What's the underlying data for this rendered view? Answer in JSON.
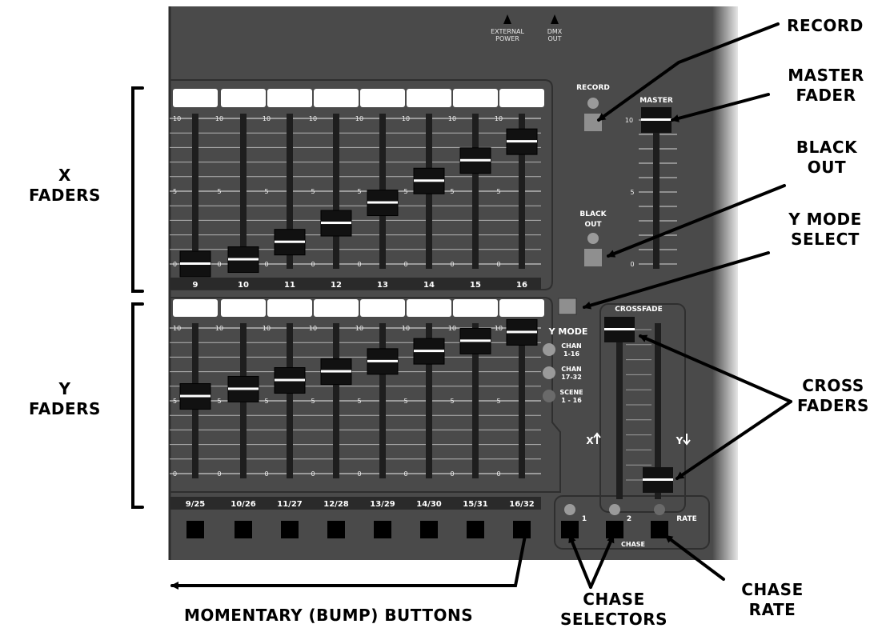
{
  "colors": {
    "panel": "#4a4a4a",
    "panel_shadow": "#bdbdbd",
    "fader_slot": "#1e1e1e",
    "knob": "#111111",
    "knob_line": "#ffffff",
    "label_strip": "#ffffff",
    "button": "#000000",
    "led": "#9a9a9a",
    "led_dim": "#6a6a6a",
    "record_square": "#8f8f8f",
    "annotation": "#000000"
  },
  "panel": {
    "external_power": [
      "EXTERNAL",
      "POWER"
    ],
    "dmx_out": [
      "DMX",
      "OUT"
    ],
    "record_label": "RECORD",
    "master_label": "MASTER",
    "blackout_label": [
      "BLACK",
      "OUT"
    ],
    "crossfade_label": "CROSSFADE",
    "y_mode_title": "Y MODE",
    "y_mode_options": [
      [
        "CHAN",
        "1-16"
      ],
      [
        "CHAN",
        "17-32"
      ],
      [
        "SCENE",
        "1 - 16"
      ]
    ],
    "crossfade_x_label": "X",
    "crossfade_y_label": "Y",
    "chase_label": "CHASE",
    "chase_buttons": [
      "1",
      "2",
      "RATE"
    ],
    "x_scale": [
      "10",
      "5",
      "0"
    ],
    "y_scale": [
      "10",
      "5",
      "0"
    ],
    "master_scale": [
      "10",
      "5",
      "0"
    ]
  },
  "x_faders": {
    "channels": [
      "9",
      "10",
      "11",
      "12",
      "13",
      "14",
      "15",
      "16"
    ],
    "levels": [
      0,
      0.3,
      1.5,
      2.8,
      4.2,
      5.7,
      7.1,
      8.4
    ]
  },
  "y_faders": {
    "channels": [
      "9/25",
      "10/26",
      "11/27",
      "12/28",
      "13/29",
      "14/30",
      "15/31",
      "16/32"
    ],
    "levels": [
      5.3,
      5.8,
      6.4,
      7.0,
      7.7,
      8.4,
      9.1,
      9.7
    ]
  },
  "master_level": 10,
  "crossfade_positions": {
    "x": 1.0,
    "y": 0.0
  },
  "annotations": {
    "x_faders": [
      "X",
      "FADERS"
    ],
    "y_faders": [
      "Y",
      "FADERS"
    ],
    "record": "RECORD",
    "master_fader": [
      "MASTER",
      "FADER"
    ],
    "black_out": [
      "BLACK",
      "OUT"
    ],
    "y_mode_select": [
      "Y MODE",
      "SELECT"
    ],
    "cross_faders": [
      "CROSS",
      "FADERS"
    ],
    "bump_buttons": "MOMENTARY (BUMP) BUTTONS",
    "chase_selectors": [
      "CHASE",
      "SELECTORS"
    ],
    "chase_rate": [
      "CHASE",
      "RATE"
    ]
  }
}
